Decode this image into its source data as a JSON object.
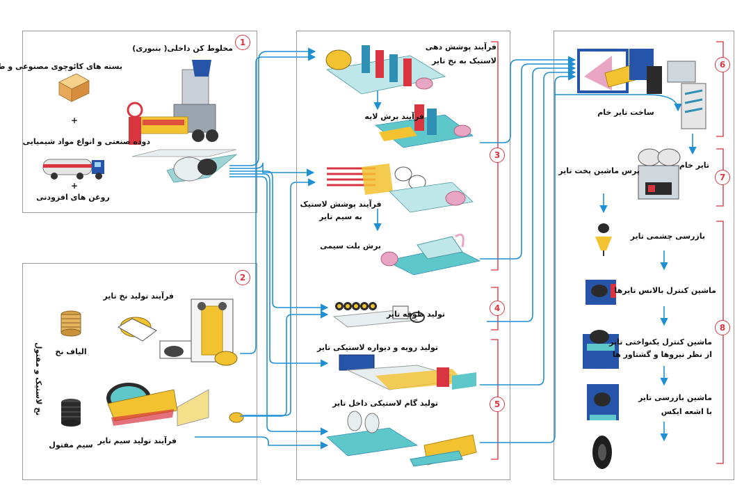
{
  "stage_numbers": {
    "s1": "1",
    "s2": "2",
    "s3": "3",
    "s4": "4",
    "s5": "5",
    "s6": "6",
    "s7": "7",
    "s8": "8"
  },
  "panel1": {
    "mixer": "مخلوط کن داخلی( بنبوری)",
    "rubber_bales": "بسته های کائوچوی مصنوعی و طبیعی",
    "plus1": "+",
    "carbon_chem": "دوده صنعتی و انواع مواد شیمیایی",
    "plus2": "+",
    "oils": "روغن های افزودنی"
  },
  "panel2": {
    "side_label": "نخ لاستیک و مفتول",
    "fiber": "الیاف نخ",
    "wire": "سیم مفتول",
    "textile_process": "فرآیند تولید نخ تایر",
    "wire_process": "فرآیند تولید سیم تایر"
  },
  "panel3": {
    "calender_l1": "فرآیند پوشش دهی",
    "calender_l2": "لاستیک به نخ تایر",
    "ply_cut": "فرآیند برش لایه",
    "steel_coat_l1": "فرآیند پوشش لاستیک",
    "steel_coat_l2": "به سیم تایر",
    "belt_cut": "برش بلت سیمی",
    "bead": "تولید طوقه تایر",
    "tread_sidewall": "تولید رویه و دیواره لاستیکی تایر",
    "innerliner": "تولید گام لاستیکی داخل تایر"
  },
  "panel4": {
    "building": "ساخت تایر خام",
    "green_tire": "تایر خام",
    "curing_press": "پرس ماشین پخت تایر",
    "visual_insp": "بازرسی چشمی تایر",
    "balance": "ماشین کنترل بالانس تایرها",
    "uniformity_l1": "ماشین کنترل یکنواختی تایر",
    "uniformity_l2": "از نظر نیروها و گشتاور ها",
    "xray_l1": "ماشین بازرسی تایر",
    "xray_l2": "با اشعه ایکس"
  },
  "colors": {
    "arrow": "#1f8fd3",
    "bracket": "#e0505a",
    "machine_teal": "#5ec7c9",
    "machine_blue": "#2554a8",
    "machine_yellow": "#f2c230",
    "machine_pink": "#e8a6c4",
    "panel_border": "#9a9a9a"
  },
  "icons": [
    "banbury-mixer-icon",
    "rubber-box-icon",
    "tanker-truck-icon",
    "calender-icon",
    "cutter-icon",
    "tire-building-machine-icon",
    "curing-press-icon",
    "tire-icon",
    "fiber-spool-icon",
    "wire-coil-icon"
  ]
}
